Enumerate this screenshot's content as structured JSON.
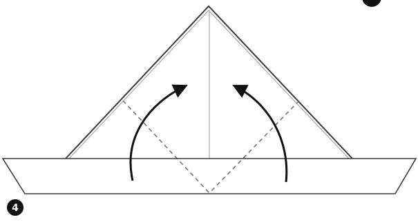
{
  "steps": {
    "current": "4"
  },
  "colors": {
    "paper_edge": "#3a3a3a",
    "crease_line": "#b8b8b8",
    "dashed_fold": "#6f6f6f",
    "arrow": "#111111",
    "marker": "#111111",
    "background": "#ffffff"
  },
  "icons": {
    "left_arrow": "curved-fold-arrow",
    "right_arrow": "curved-fold-arrow"
  }
}
